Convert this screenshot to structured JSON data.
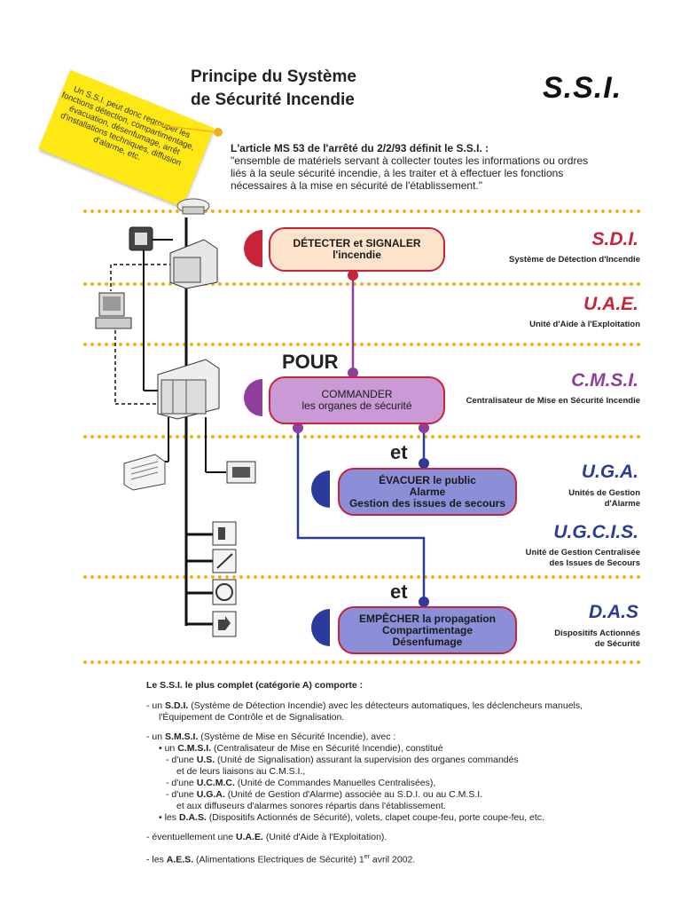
{
  "header": {
    "title_line1": "Principe du Système",
    "title_line2": "de Sécurité Incendie",
    "acronym": "S.S.I."
  },
  "sticky_note": {
    "text": "Un S.S.I. peut donc regrouper les fonctions détection, compartimentage, évacuation, désenfumage, arrêt d'installations techniques, diffusion d'alarme, etc."
  },
  "intro": {
    "line1": "L'article MS 53 de l'arrêté du 2/2/93 définit le S.S.I. :",
    "quote": "\"ensemble de matériels servant à collecter toutes les informations ou ordres liés à la seule sécurité incendie, à les traiter et à effectuer les fonctions nécessaires à la mise en sécurité de l'établissement.\""
  },
  "diagram": {
    "pour": "POUR",
    "et1": "et",
    "et2": "et",
    "boxes": {
      "detect_l1": "DÉTECTER et SIGNALER",
      "detect_l2": "l'incendie",
      "cmd_l1": "COMMANDER",
      "cmd_l2": "les organes de sécurité",
      "evac_l1": "ÉVACUER le public",
      "evac_l2": "Alarme",
      "evac_l3": "Gestion des issues de secours",
      "emp_l1": "EMPÊCHER la propagation",
      "emp_l2": "Compartimentage",
      "emp_l3": "Désenfumage"
    },
    "labels": {
      "sdi": "S.D.I.",
      "sdi_desc": "Système de Détection d'Incendie",
      "uae": "U.A.E.",
      "uae_desc": "Unité d'Aide à l'Exploitation",
      "cmsi": "C.M.S.I.",
      "cmsi_desc": "Centralisateur de Mise en Sécurité Incendie",
      "uga": "U.G.A.",
      "uga_desc1": "Unités de Gestion",
      "uga_desc2": "d'Alarme",
      "ugcis": "U.G.C.I.S.",
      "ugcis_desc1": "Unité de Gestion Centralisée",
      "ugcis_desc2": "des Issues de Secours",
      "das": "D.A.S",
      "das_desc1": "Dispositifs Actionnés",
      "das_desc2": "de Sécurité"
    },
    "colors": {
      "red": "#c9233a",
      "purple": "#8e3f9c",
      "blue": "#2b3b9c",
      "dots": "#f0b21c",
      "box_detect": "#fde3c9",
      "box_cmd": "#c99ad6",
      "box_blue": "#8a8fd8"
    }
  },
  "bottom": {
    "heading": "Le S.S.I. le plus complet (catégorie A) comporte :",
    "i1_pre": "un ",
    "i1_b": "S.D.I.",
    "i1_post": " (Système de Détection Incendie) avec les détecteurs automatiques, les déclencheurs manuels,",
    "i1_l2": "l'Équipement de Contrôle et de Signalisation.",
    "i2_pre": "un ",
    "i2_b": "S.M.S.I.",
    "i2_post": " (Système de Mise en Sécurité Incendie), avec :",
    "i2a_pre": "• un ",
    "i2a_b": "C.M.S.I.",
    "i2a_post": " (Centralisateur de Mise en Sécurité Incendie), constitué",
    "i2a1_pre": "- d'une ",
    "i2a1_b": "U.S.",
    "i2a1_post": " (Unité de Signalisation) assurant la supervision des organes commandés",
    "i2a1_l2": "et de leurs liaisons au C.M.S.I.,",
    "i2a2_pre": "- d'une ",
    "i2a2_b": "U.C.M.C.",
    "i2a2_post": " (Unité de Commandes Manuelles Centralisées),",
    "i2a3_pre": "- d'une ",
    "i2a3_b": "U.G.A.",
    "i2a3_post": " (Unité de Gestion d'Alarme) associée au S.D.I. ou au C.M.S.I.",
    "i2a3_l2": "et aux diffuseurs d'alarmes sonores répartis dans l'établissement.",
    "i2b_pre": "• les ",
    "i2b_b": "D.A.S.",
    "i2b_post": " (Dispositifs Actionnés de Sécurité), volets, clapet coupe-feu, porte coupe-feu, etc.",
    "i3_pre": "éventuellement une ",
    "i3_b": "U.A.E.",
    "i3_post": " (Unité d'Aide à l'Exploitation).",
    "i4_pre": "les ",
    "i4_b": "A.E.S.",
    "i4_post": " (Alimentations Electriques de Sécurité) 1",
    "i4_sup": "er",
    "i4_end": " avril 2002."
  }
}
